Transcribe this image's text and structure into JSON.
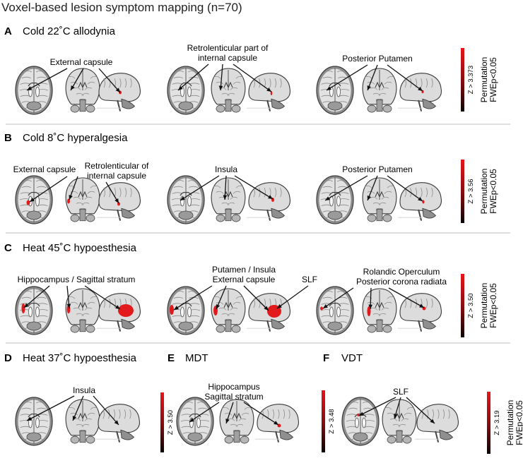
{
  "title": "Voxel-based lesion symptom mapping (n=70)",
  "colorbar_caption_line1": "Permutation",
  "colorbar_caption_line2": "FWEp<0.05",
  "lesion_color": "#e31a1c",
  "panels": [
    {
      "letter": "A",
      "title": "Cold 22˚C allodynia",
      "threshold": "Z > 3.373",
      "groups": [
        {
          "label_lines": [
            "External capsule"
          ]
        },
        {
          "label_lines": [
            "Retrolenticular part of",
            "internal capsule"
          ]
        },
        {
          "label_lines": [
            "Posterior Putamen"
          ]
        }
      ]
    },
    {
      "letter": "B",
      "title": "Cold 8˚C hyperalgesia",
      "threshold": "Z > 3.56",
      "groups": [
        {
          "label_lines": [
            "External capsule"
          ],
          "label2_lines": [
            "Retrolenticular of",
            "internal capsule"
          ]
        },
        {
          "label_lines": [
            "Insula"
          ]
        },
        {
          "label_lines": [
            "Posterior Putamen"
          ]
        }
      ]
    },
    {
      "letter": "C",
      "title": "Heat 45˚C hypoesthesia",
      "threshold": "Z > 3.50",
      "groups": [
        {
          "label_lines": [
            "Hippocampus / Sagittal stratum"
          ]
        },
        {
          "label_lines": [
            "Putamen / Insula",
            "External capsule"
          ],
          "label2_lines": [
            "SLF"
          ]
        },
        {
          "label_lines": [
            "Rolandic Operculum",
            "Posterior corona radiata"
          ]
        }
      ]
    },
    {
      "letter": "D",
      "title": "Heat 37˚C hypoesthesia",
      "threshold": "Z > 3.50",
      "groups": [
        {
          "label_lines": [
            "Insula"
          ]
        }
      ]
    },
    {
      "letter": "E",
      "title": "MDT",
      "threshold": "Z > 3.48",
      "groups": [
        {
          "label_lines": [
            "Hippocampus",
            "Sagittal stratum"
          ]
        }
      ]
    },
    {
      "letter": "F",
      "title": "VDT",
      "threshold": "Z > 3.19",
      "groups": [
        {
          "label_lines": [
            "SLF"
          ]
        }
      ]
    }
  ]
}
